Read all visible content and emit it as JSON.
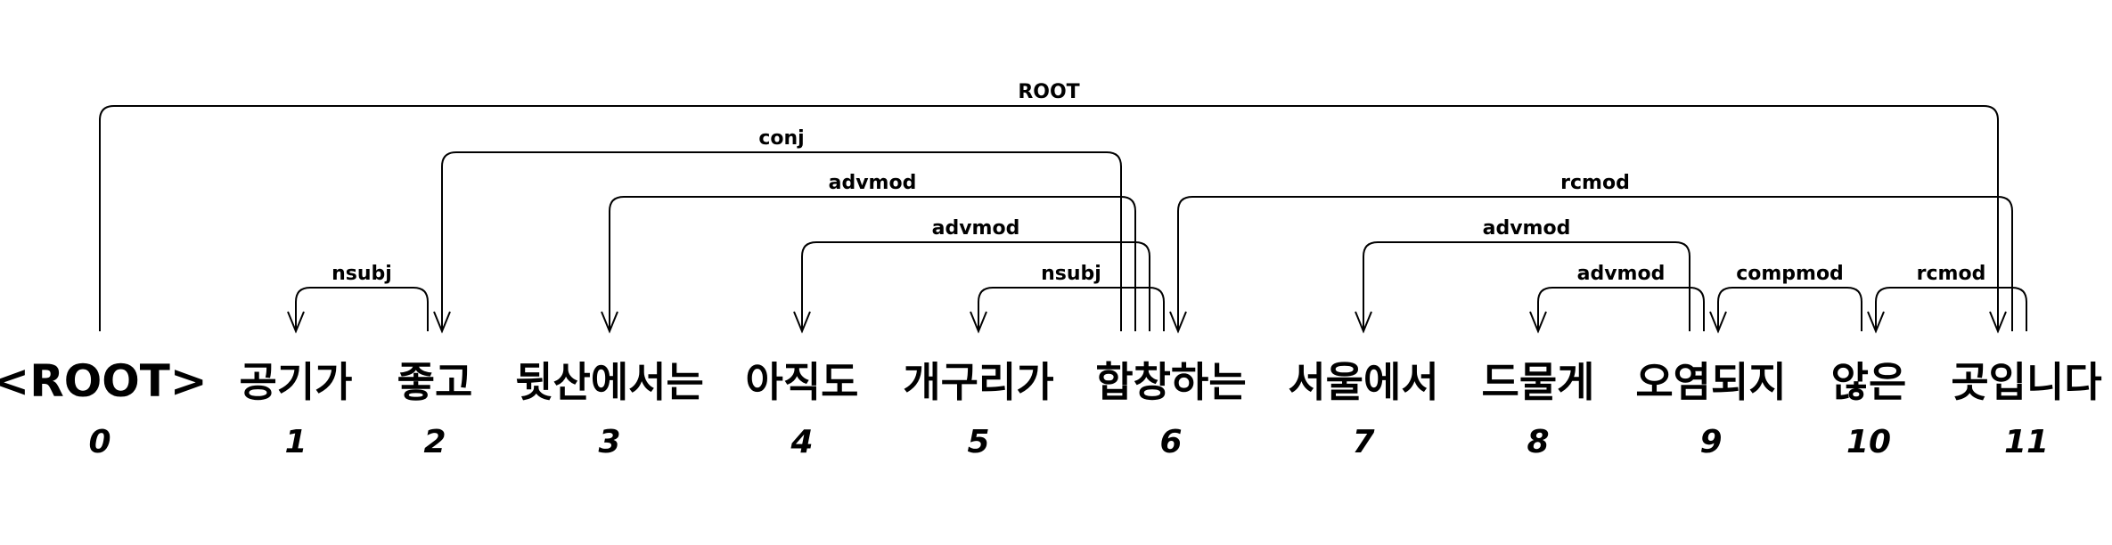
{
  "tokens": [
    {
      "index": "0",
      "text": "<ROOT>"
    },
    {
      "index": "1",
      "text": "공기가"
    },
    {
      "index": "2",
      "text": "좋고"
    },
    {
      "index": "3",
      "text": "뒷산에서는"
    },
    {
      "index": "4",
      "text": "아직도"
    },
    {
      "index": "5",
      "text": "개구리가"
    },
    {
      "index": "6",
      "text": "합창하는"
    },
    {
      "index": "7",
      "text": "서울에서"
    },
    {
      "index": "8",
      "text": "드물게"
    },
    {
      "index": "9",
      "text": "오염되지"
    },
    {
      "index": "10",
      "text": "않은"
    },
    {
      "index": "11",
      "text": "곳입니다"
    }
  ],
  "arcs": [
    {
      "label": "ROOT",
      "head": 0,
      "dep": 11,
      "level": 6
    },
    {
      "label": "conj",
      "head": 6,
      "dep": 2,
      "level": 5
    },
    {
      "label": "advmod",
      "head": 6,
      "dep": 3,
      "level": 4
    },
    {
      "label": "rcmod",
      "head": 11,
      "dep": 6,
      "level": 4
    },
    {
      "label": "advmod",
      "head": 6,
      "dep": 4,
      "level": 3
    },
    {
      "label": "advmod",
      "head": 9,
      "dep": 7,
      "level": 3
    },
    {
      "label": "nsubj",
      "head": 2,
      "dep": 1,
      "level": 1
    },
    {
      "label": "nsubj",
      "head": 6,
      "dep": 5,
      "level": 1
    },
    {
      "label": "advmod",
      "head": 9,
      "dep": 8,
      "level": 1
    },
    {
      "label": "compmod",
      "head": 10,
      "dep": 9,
      "level": 1
    },
    {
      "label": "rcmod",
      "head": 11,
      "dep": 10,
      "level": 1
    }
  ]
}
